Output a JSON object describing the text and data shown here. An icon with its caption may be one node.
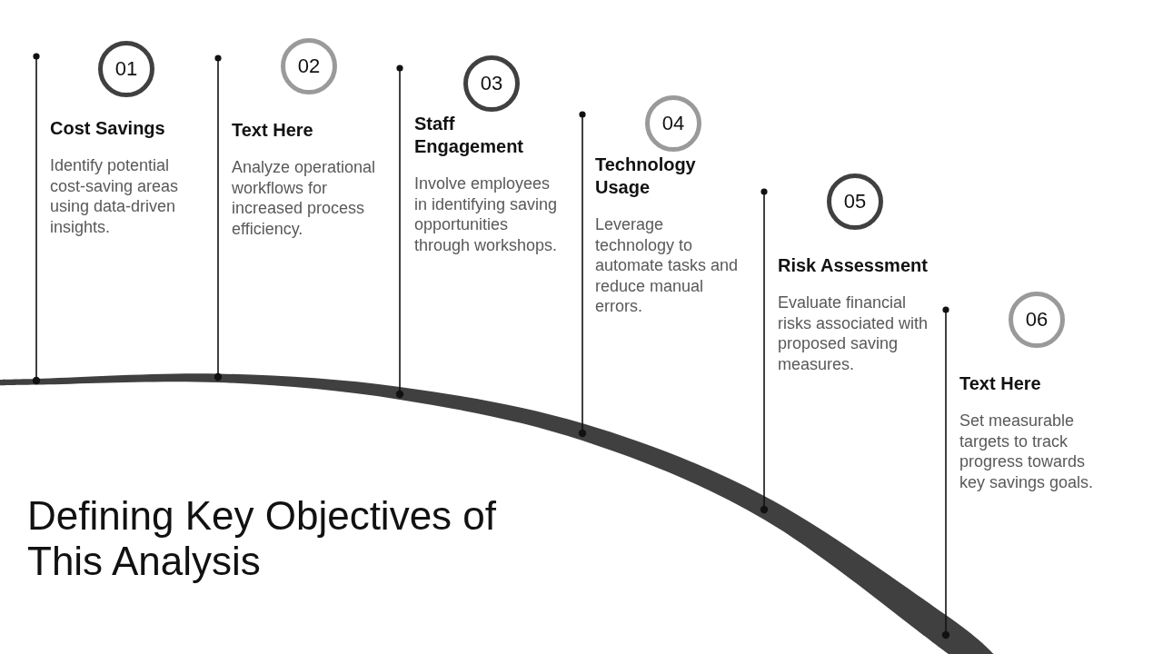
{
  "diagram": {
    "title": "Defining Key Objectives of This Analysis",
    "nodes": [
      {
        "text": [
          "01"
        ],
        "beside": [
          "Cost Savings",
          "Identify potential cost-saving areas using data-driven insights."
        ]
      },
      {
        "text": [
          "02"
        ],
        "beside": [
          "Text Here",
          "Analyze operational workflows for increased process efficiency."
        ]
      },
      {
        "text": [
          "03"
        ],
        "beside": [
          "Staff Engagement",
          "Involve employees in identifying saving opportunities through workshops."
        ]
      },
      {
        "text": [
          "04"
        ],
        "beside": [
          "Technology Usage",
          "Leverage technology to automate tasks and reduce manual errors."
        ]
      },
      {
        "text": [
          "05"
        ],
        "beside": [
          "Risk Assessment",
          "Evaluate financial risks associated with proposed saving measures."
        ]
      },
      {
        "text": [
          "06"
        ],
        "beside": [
          "Text Here",
          "Set measurable targets to track progress towards key savings goals."
        ]
      }
    ]
  }
}
